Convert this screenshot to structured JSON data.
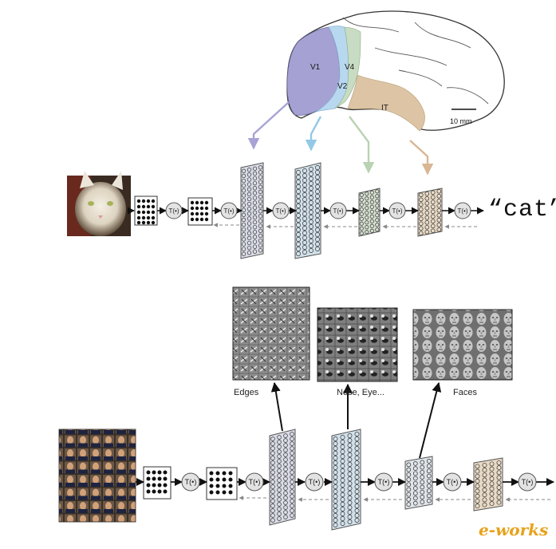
{
  "brain": {
    "areas": [
      "V1",
      "V4",
      "V2",
      "IT"
    ],
    "scale_bar": "10 mm",
    "area_colors": {
      "V1": "#a5a2d3",
      "V2": "#b7d8ef",
      "V4": "#c7dcc3",
      "IT": "#dcc4a4"
    }
  },
  "top_pipeline": {
    "output_label": "“cat”",
    "transform_label": "T(•)"
  },
  "bottom_pipeline": {
    "feature_labels": {
      "edges": "Edges",
      "nose_eye": "Nose, Eye...",
      "faces": "Faces"
    },
    "transform_label": "T(•)"
  },
  "watermark": "e-works"
}
